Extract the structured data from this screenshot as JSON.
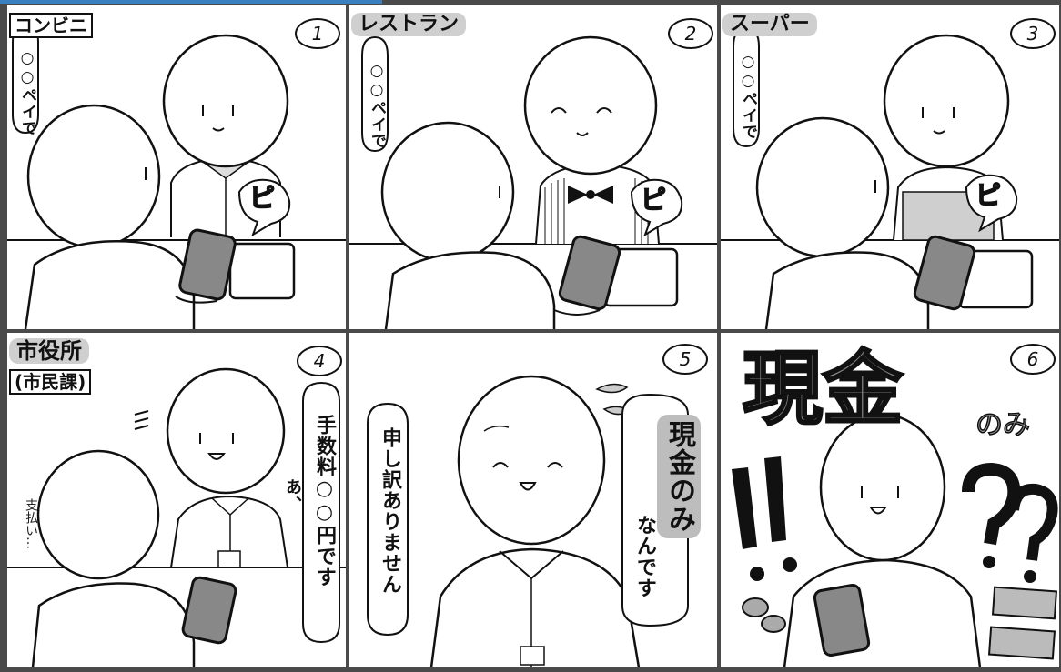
{
  "panels": [
    {
      "number": "1",
      "place": "コンビニ",
      "customer": "○○ペイで",
      "sound": "ピ"
    },
    {
      "number": "2",
      "place": "レストラン",
      "customer": "○○ペイで",
      "sound": "ピ"
    },
    {
      "number": "3",
      "place": "スーパー",
      "customer": "○○ペイで",
      "sound": "ピ"
    },
    {
      "number": "4",
      "place": "市役所",
      "place_sub": "(市民課)",
      "customer_mutter": "支払い…",
      "staff_line": "手数料○○円です",
      "staff_prefix": "あ、"
    },
    {
      "number": "5",
      "staff_apology": "申し訳ありません",
      "staff_cash": "現金のみ",
      "staff_cash_tail": "なんです"
    },
    {
      "number": "6",
      "cash_title": "現金",
      "cash_title_tail": "のみ"
    }
  ],
  "colors": {
    "ink": "#111111",
    "panel_bg": "#ffffff",
    "gutter": "#4a4a4a",
    "highlight": "#bdbdbd",
    "tab": "#3a7fc0"
  }
}
